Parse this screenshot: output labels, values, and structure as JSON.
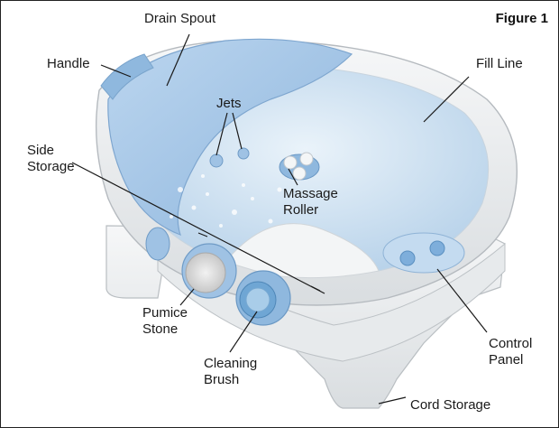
{
  "figure": {
    "number": "Figure 1"
  },
  "labels": {
    "drain_spout": "Drain Spout",
    "handle": "Handle",
    "fill_line": "Fill Line",
    "jets": "Jets",
    "side_storage": "Side\nStorage",
    "massage_roller": "Massage\nRoller",
    "pumice_stone": "Pumice\nStone",
    "cleaning_brush": "Cleaning\nBrush",
    "control_panel": "Control\nPanel",
    "cord_storage": "Cord Storage"
  },
  "colors": {
    "body_white": "#eef0f1",
    "lid_blue": "#a9c9ea",
    "water_blue": "#d5e6f3",
    "accent_blue": "#8fb8de"
  }
}
